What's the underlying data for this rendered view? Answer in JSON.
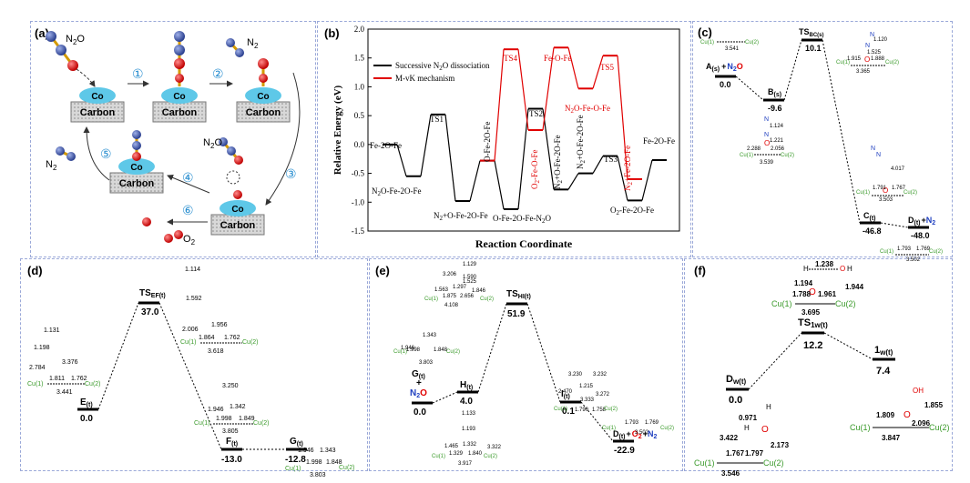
{
  "panel_a": {
    "label": "(a)",
    "n2o": "N",
    "n2o_sub": "2",
    "n2o_o": "O",
    "n2o_2": "N",
    "n2o_2_sub": "2",
    "n2o_2_o": "O",
    "n2_top": "N",
    "n2_top_sub": "2",
    "n2_left": "N",
    "n2_left_sub": "2",
    "o2": "O",
    "o2_sub": "2",
    "co": "Co",
    "carbon": "Carbon",
    "steps": [
      "①",
      "②",
      "③",
      "④",
      "⑤",
      "⑥"
    ]
  },
  "panel_b": {
    "label": "(b)",
    "ylabel": "Relative Energy (eV)",
    "xlabel": "Reaction Coordinate",
    "yticks": [
      "2.0",
      "1.5",
      "1.0",
      "0.5",
      "0.0",
      "-0.5",
      "-1.0",
      "-1.5"
    ],
    "legend": [
      "Successive N2O dissociation",
      "M-vK mechanism"
    ],
    "states": {
      "s1": "Fe-2O-Fe",
      "s2": "N2O-Fe-2O-Fe",
      "ts1": "TS1",
      "s3": "N2+O-Fe-2O-Fe",
      "s4": "O-Fe-2O-Fe",
      "ts4": "TS4",
      "s5": "O-Fe-2O-Fe-N2O",
      "ts2": "TS2",
      "s6": "O2-Fe-O-Fe",
      "s7": "Fe-O-Fe",
      "s8": "N2O-Fe-O-Fe",
      "ts5": "TS5",
      "s9": "N2+O-Fe-2O-Fe",
      "s10": "N2+O-Fe-2O-Fe",
      "ts3": "TS3",
      "s11": "O2-Fe-2O-Fe",
      "s12": "N2+Fe-2O-Fe",
      "s13": "Fe-2O-Fe"
    }
  },
  "chart_data": {
    "type": "line",
    "title": "",
    "xlabel": "Reaction Coordinate",
    "ylabel": "Relative Energy (eV)",
    "ylim": [
      -1.5,
      2.0
    ],
    "series": [
      {
        "name": "Successive N2O dissociation",
        "color": "#000000",
        "values": [
          0.0,
          -0.55,
          0.52,
          -0.98,
          -0.28,
          -1.12,
          0.62,
          -0.78,
          -0.5,
          -0.2,
          -0.97,
          -0.27
        ]
      },
      {
        "name": "M-vK mechanism",
        "color": "#e00000",
        "values": [
          -0.28,
          1.65,
          0.25,
          1.68,
          0.97,
          1.54,
          -0.6
        ]
      }
    ]
  },
  "panel_c": {
    "label": "(c)",
    "a_label": "A",
    "a_sub": "(s)",
    "plus": "+",
    "n2o": "N",
    "n2o_sub": "2",
    "n2o_o": "O",
    "a_val": "0.0",
    "b_label": "B",
    "b_sub": "(s)",
    "b_val": "-9.6",
    "ts_label": "TS",
    "ts_sub": "BC(s)",
    "ts_val": "10.1",
    "c_label": "C",
    "c_sub": "(t)",
    "c_val": "-46.8",
    "d_label": "D",
    "d_sub": "(t)",
    "d_plus": "+",
    "d_n2": "N",
    "d_n2_sub": "2",
    "d_val": "-48.0",
    "cu1": "Cu(1)",
    "cu2": "Cu(2)",
    "n": "N",
    "o": "O",
    "m_a": [
      "3.541"
    ],
    "m_b": [
      "1.124",
      "1.221",
      "2.288",
      "2.056",
      "3.539"
    ],
    "m_ts": [
      "1.120",
      "1.525",
      "1.915",
      "1.888",
      "3.365"
    ],
    "m_c": [
      "4.017",
      "1.791",
      "1.767",
      "3.503"
    ],
    "m_d": [
      "1.793",
      "1.769",
      "3.502"
    ]
  },
  "panel_d": {
    "label": "(d)",
    "e_label": "E",
    "e_sub": "(t)",
    "e_val": "0.0",
    "ts_label": "TS",
    "ts_sub": "EF(t)",
    "ts_val": "37.0",
    "f_label": "F",
    "f_sub": "(t)",
    "f_val": "-13.0",
    "g_label": "G",
    "g_sub": "(t)",
    "g_val": "-12.8",
    "cu1": "Cu(1)",
    "cu2": "Cu(2)",
    "m_e": [
      "1.131",
      "1.198",
      "2.784",
      "3.376",
      "1.811",
      "1.762",
      "3.441"
    ],
    "m_ts": [
      "1.114",
      "1.592",
      "2.006",
      "1.956",
      "1.864",
      "1.762",
      "3.618"
    ],
    "m_f": [
      "3.250",
      "1.946",
      "1.342",
      "1.998",
      "1.849",
      "3.805"
    ],
    "m_g": [
      "1.946",
      "1.343",
      "1.998",
      "1.848",
      "3.803"
    ]
  },
  "panel_e": {
    "label": "(e)",
    "g_label": "G",
    "g_sub": "(t)",
    "g_plus": "+",
    "g_n2o": "N",
    "g_n2o_sub": "2",
    "g_n2o_o": "O",
    "g_val": "0.0",
    "h_label": "H",
    "h_sub": "(t)",
    "h_val": "4.0",
    "ts_label": "TS",
    "ts_sub": "HI(t)",
    "ts_val": "51.9",
    "i_label": "I",
    "i_sub": "(t)",
    "i_val": "0.1",
    "d_label": "D",
    "d_sub": "(t)",
    "d_plus1": "+",
    "d_o2": "O",
    "d_o2_sub": "2",
    "d_plus2": "+",
    "d_n2": "N",
    "d_n2_sub": "2",
    "d_val": "-22.9",
    "cu1": "Cu(1)",
    "cu2": "Cu(2)",
    "m_g": [
      "1.343",
      "1.946",
      "1.998",
      "1.848",
      "3.803"
    ],
    "m_h": [
      "1.133",
      "1.193",
      "3.322",
      "1.465",
      "1.332",
      "1.329",
      "1.840",
      "3.917"
    ],
    "m_ts": [
      "1.129",
      "1.590",
      "3.206",
      "1.525",
      "1.297",
      "1.846",
      "1.563",
      "1.875",
      "2.656",
      "4.108"
    ],
    "m_i": [
      "3.230",
      "3.232",
      "2.470",
      "1.215",
      "3.272",
      "3.333",
      "1.790",
      "1.758"
    ],
    "m_d": [
      "1.793",
      "1.769",
      "3.502"
    ]
  },
  "panel_f": {
    "label": "(f)",
    "d_label": "D",
    "d_sub": "w(t)",
    "d_val": "0.0",
    "ts_label": "TS",
    "ts_sub": "1w(t)",
    "ts_val": "12.2",
    "one_label": "1",
    "one_sub": "w(t)",
    "one_val": "7.4",
    "cu1": "Cu(1)",
    "cu2": "Cu(2)",
    "h": "H",
    "o": "O",
    "oh": "OH",
    "m_ts": [
      "1.238",
      "1.194",
      "1.944",
      "1.788",
      "1.961",
      "3.695"
    ],
    "m_1": [
      "1.855",
      "1.809",
      "2.096",
      "3.847"
    ],
    "m_d": [
      "0.971",
      "3.422",
      "2.173",
      "1.767",
      "1.797",
      "3.546"
    ]
  }
}
